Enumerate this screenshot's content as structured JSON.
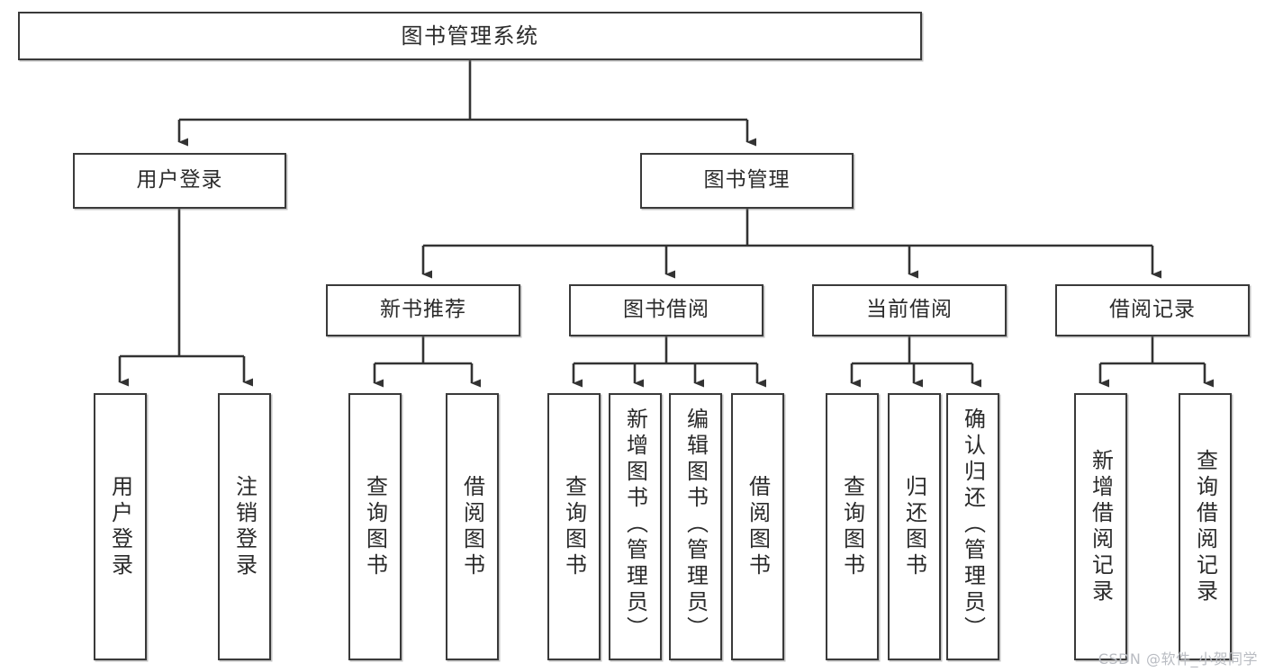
{
  "diagram": {
    "title": "图书管理系统",
    "type": "tree",
    "watermark": "CSDN @软件_小贺同学",
    "colors": {
      "box_border": "#3a3a3a",
      "box_fill": "#ffffff",
      "connector": "#333333",
      "text": "#2b2b2b",
      "watermark": "#b9bcc2"
    },
    "levels": [
      {
        "level": 1,
        "nodes": [
          "图书管理系统"
        ]
      },
      {
        "level": 2,
        "nodes": [
          "用户登录",
          "图书管理"
        ]
      },
      {
        "level": 3,
        "nodes": [
          "新书推荐",
          "图书借阅",
          "当前借阅",
          "借阅记录"
        ]
      },
      {
        "level": 4,
        "nodes": [
          "用户登录",
          "注销登录",
          "查询图书",
          "借阅图书",
          "查询图书",
          "新增图书（管理员）",
          "编辑图书（管理员）",
          "借阅图书",
          "查询图书",
          "归还图书",
          "确认归还（管理员）",
          "新增借阅记录",
          "查询借阅记录"
        ]
      }
    ],
    "nodes": {
      "root": {
        "label": "图书管理系统"
      },
      "user_login": {
        "label": "用户登录"
      },
      "book_manage": {
        "label": "图书管理"
      },
      "new_book_rec": {
        "label": "新书推荐"
      },
      "book_borrow": {
        "label": "图书借阅"
      },
      "current_borrow": {
        "label": "当前借阅"
      },
      "borrow_record": {
        "label": "借阅记录"
      },
      "leaf_user_login": {
        "label": "用户登录"
      },
      "leaf_logout": {
        "label": "注销登录"
      },
      "leaf_query_book_1": {
        "label": "查询图书"
      },
      "leaf_borrow_book_1": {
        "label": "借阅图书"
      },
      "leaf_query_book_2": {
        "label": "查询图书"
      },
      "leaf_add_book": {
        "label": "新增图书（管理员）"
      },
      "leaf_edit_book": {
        "label": "编辑图书（管理员）"
      },
      "leaf_borrow_book_2": {
        "label": "借阅图书"
      },
      "leaf_query_book_3": {
        "label": "查询图书"
      },
      "leaf_return_book": {
        "label": "归还图书"
      },
      "leaf_confirm_return": {
        "label": "确认归还（管理员）"
      },
      "leaf_add_record": {
        "label": "新增借阅记录"
      },
      "leaf_query_record": {
        "label": "查询借阅记录"
      }
    },
    "edges": [
      {
        "from": "root",
        "to": "user_login"
      },
      {
        "from": "root",
        "to": "book_manage"
      },
      {
        "from": "user_login",
        "to": "leaf_user_login"
      },
      {
        "from": "user_login",
        "to": "leaf_logout"
      },
      {
        "from": "book_manage",
        "to": "new_book_rec"
      },
      {
        "from": "book_manage",
        "to": "book_borrow"
      },
      {
        "from": "book_manage",
        "to": "current_borrow"
      },
      {
        "from": "book_manage",
        "to": "borrow_record"
      },
      {
        "from": "new_book_rec",
        "to": "leaf_query_book_1"
      },
      {
        "from": "new_book_rec",
        "to": "leaf_borrow_book_1"
      },
      {
        "from": "book_borrow",
        "to": "leaf_query_book_2"
      },
      {
        "from": "book_borrow",
        "to": "leaf_add_book"
      },
      {
        "from": "book_borrow",
        "to": "leaf_edit_book"
      },
      {
        "from": "book_borrow",
        "to": "leaf_borrow_book_2"
      },
      {
        "from": "current_borrow",
        "to": "leaf_query_book_3"
      },
      {
        "from": "current_borrow",
        "to": "leaf_return_book"
      },
      {
        "from": "current_borrow",
        "to": "leaf_confirm_return"
      },
      {
        "from": "borrow_record",
        "to": "leaf_add_record"
      },
      {
        "from": "borrow_record",
        "to": "leaf_query_record"
      }
    ]
  }
}
